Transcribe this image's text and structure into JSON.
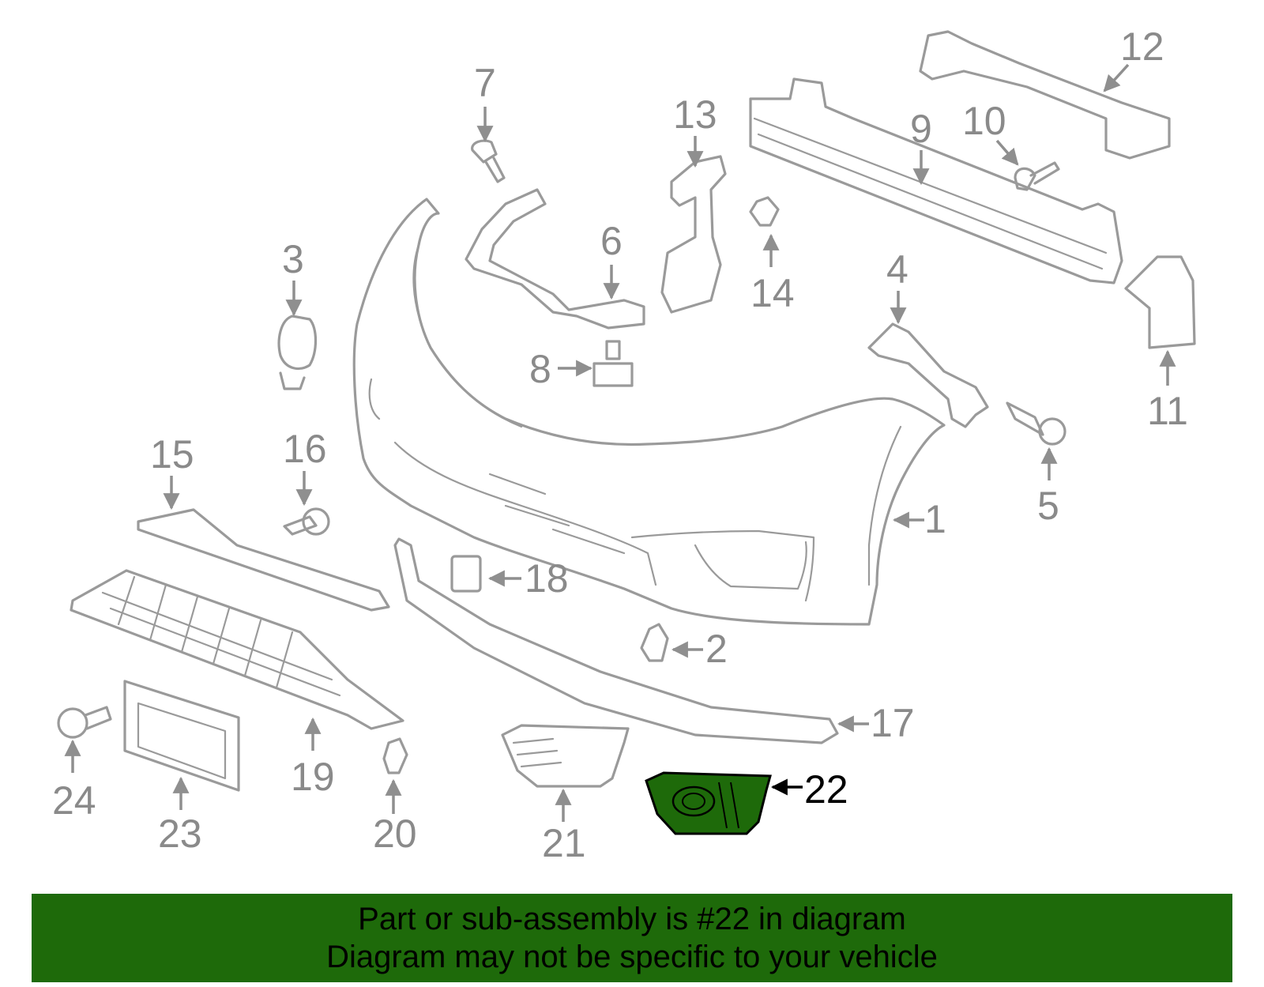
{
  "callouts": {
    "c1": "1",
    "c2": "2",
    "c3": "3",
    "c4": "4",
    "c5": "5",
    "c6": "6",
    "c7": "7",
    "c8": "8",
    "c9": "9",
    "c10": "10",
    "c11": "11",
    "c12": "12",
    "c13": "13",
    "c14": "14",
    "c15": "15",
    "c16": "16",
    "c17": "17",
    "c18": "18",
    "c19": "19",
    "c20": "20",
    "c21": "21",
    "c22": "22",
    "c23": "23",
    "c24": "24"
  },
  "highlight": {
    "fill_color": "#1e6a0a",
    "text_color": "#000000"
  },
  "banner": {
    "line1": "Part or sub-assembly is #22 in diagram",
    "line2": "Diagram may not be specific to your vehicle",
    "background": "#1e6a0a"
  }
}
